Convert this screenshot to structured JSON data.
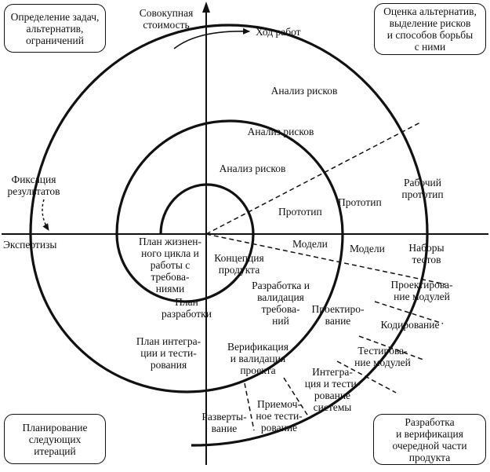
{
  "axis": {
    "y_label": [
      "Совокупная",
      "стоимость"
    ],
    "progress_label": "Ход работ",
    "fixation_label": [
      "Фиксация",
      "результатов"
    ],
    "expertise_label": "Экспертизы"
  },
  "quadrants": {
    "top_left": [
      "Определение задач,",
      "альтернатив,",
      "ограничений"
    ],
    "top_right": [
      "Оценка альтернатив,",
      "выделение рисков",
      "и способов борьбы",
      "с ними"
    ],
    "bottom_left": [
      "Планирование",
      "следующих",
      "итераций"
    ],
    "bottom_right": [
      "Разработка",
      "и верификация",
      "очередной части",
      "продукта"
    ]
  },
  "risk_analysis": [
    "Анализ рисков",
    "Анализ рисков",
    "Анализ рисков"
  ],
  "prototypes": [
    "Прототип",
    "Прототип",
    [
      "Рабочий",
      "прототип"
    ]
  ],
  "models": [
    "Модели",
    "Модели",
    [
      "Наборы",
      "тестов"
    ]
  ],
  "inner_labels": {
    "lifecycle_plan": [
      "План жизнен-",
      "ного цикла и",
      "работы с",
      "требова-",
      "ниями"
    ],
    "concept": [
      "Концепция",
      "продукта"
    ],
    "dev_plan": [
      "План",
      "разработки"
    ],
    "integration_plan": [
      "План интегра-",
      "ции и тести-",
      "рования"
    ]
  },
  "dev_stages": {
    "requirements": [
      "Разработка и",
      "валидация",
      "требова-",
      "ний"
    ],
    "design": [
      "Проектиро-",
      "вание"
    ],
    "verification": [
      "Верификация",
      "и валидация",
      "проекта"
    ],
    "module_design": [
      "Проектирова-",
      "ние модулей"
    ],
    "coding": "Кодирование",
    "module_testing": [
      "Тестирова-",
      "ние модулей"
    ],
    "system_integration": [
      "Интегра-",
      "ция и тести-",
      "рование",
      "системы"
    ],
    "acceptance_testing": [
      "Приемоч-",
      "ное тести-",
      "рование"
    ],
    "deployment": [
      "Разверты-",
      "вание"
    ]
  }
}
